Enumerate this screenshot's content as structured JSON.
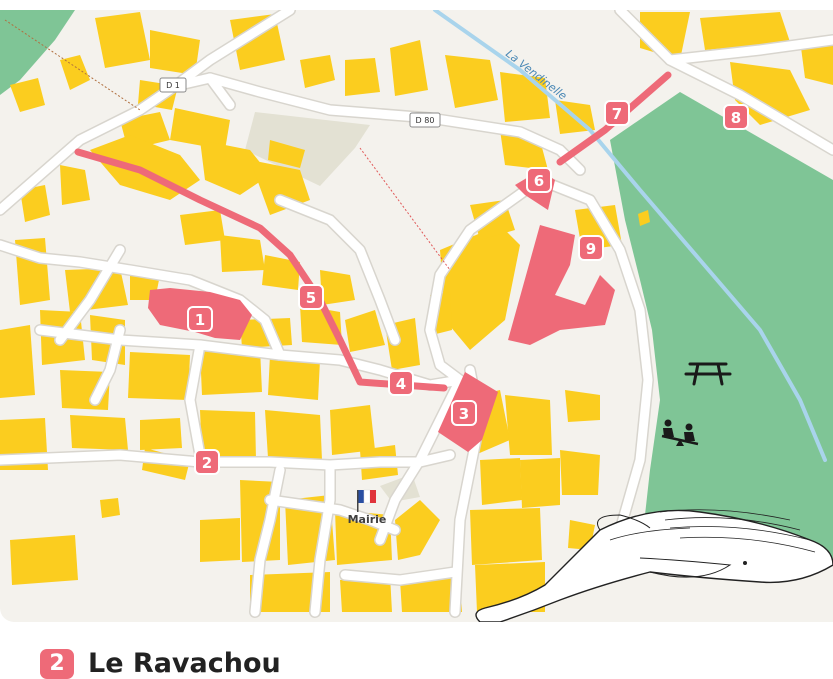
{
  "colors": {
    "background": "#f4f2ed",
    "building": "#fbcd1f",
    "park": "#7fc596",
    "route": "#ee6a78",
    "road": "#ffffff",
    "road_edge": "#d8d5ce",
    "river": "#a9d4ec",
    "square": "#e3e1d3"
  },
  "roads": [
    {
      "ref": "D 1"
    },
    {
      "ref": "D 80"
    }
  ],
  "river": {
    "name": "La Vendinelle"
  },
  "poi": {
    "townhall": "Mairie",
    "icons": [
      "flag-icon",
      "picnic-table-icon",
      "playground-icon",
      "whale-illustration"
    ]
  },
  "markers": [
    {
      "num": "1"
    },
    {
      "num": "2"
    },
    {
      "num": "3"
    },
    {
      "num": "4"
    },
    {
      "num": "5"
    },
    {
      "num": "6"
    },
    {
      "num": "7"
    },
    {
      "num": "8"
    },
    {
      "num": "9"
    }
  ],
  "footer": {
    "badge": "2",
    "title": "Le Ravachou"
  }
}
